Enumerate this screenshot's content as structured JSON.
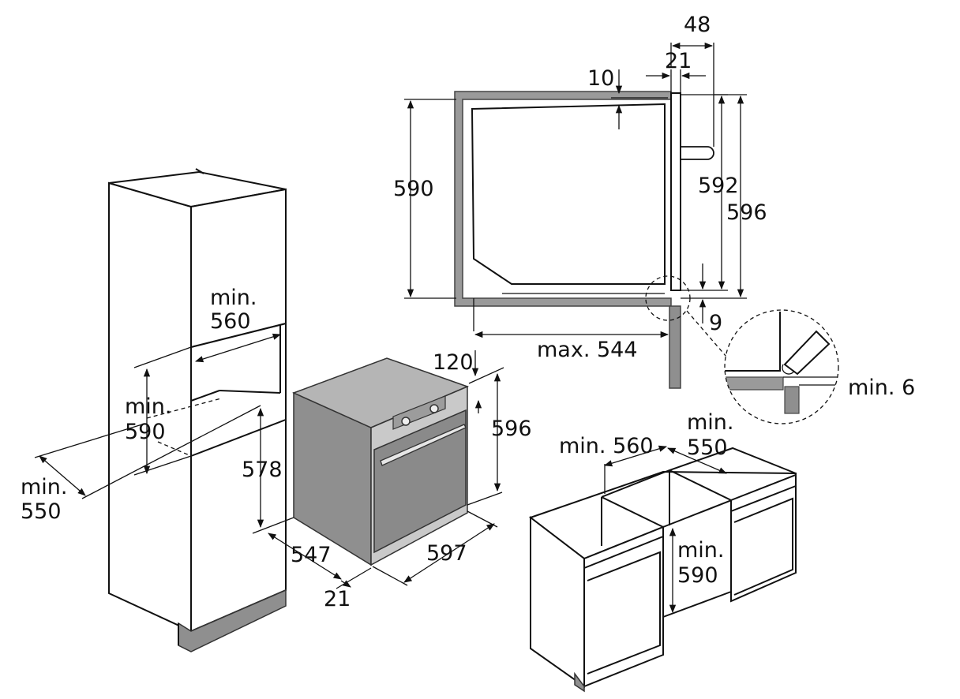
{
  "labels": {
    "tall_width_min": "min.",
    "tall_width_val": "560",
    "tall_height_min": "min.",
    "tall_height_val": "590",
    "tall_depth_min": "min.",
    "tall_depth_val": "550",
    "niche_578": "578",
    "oven_547": "547",
    "oven_21": "21",
    "oven_597": "597",
    "oven_596": "596",
    "oven_120": "120",
    "side_590": "590",
    "side_10": "10",
    "side_21": "21",
    "side_48": "48",
    "side_592": "592",
    "side_596": "596",
    "side_9": "9",
    "side_max544": "max. 544",
    "detail_min6": "min. 6",
    "base_width": "min. 560",
    "base_depth_min": "min.",
    "base_depth_val": "550",
    "base_height_min": "min.",
    "base_height_val": "590"
  }
}
